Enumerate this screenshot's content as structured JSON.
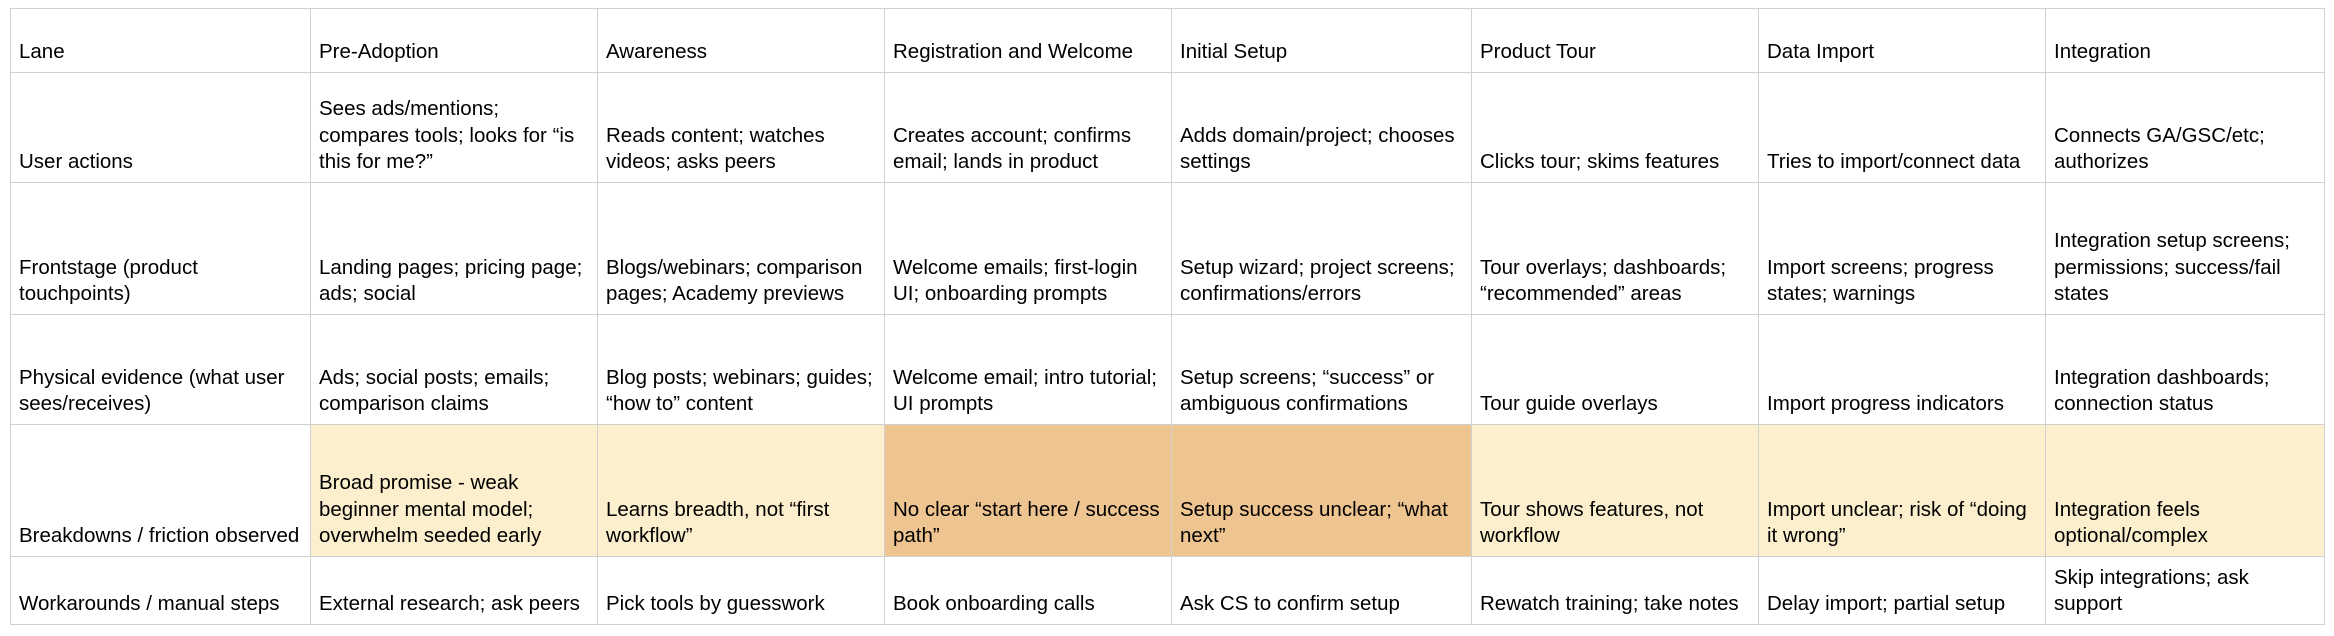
{
  "table": {
    "headers": [
      "Lane",
      "Pre-Adoption",
      "Awareness",
      "Registration and Welcome",
      "Initial Setup",
      "Product Tour",
      "Data Import",
      "Integration"
    ],
    "rows": [
      {
        "label": "User actions",
        "cells": [
          "Sees ads/mentions; compares tools; looks for “is this for me?”",
          "Reads content; watches videos; asks peers",
          "Creates account; confirms email; lands in product",
          "Adds domain/project; chooses settings",
          "Clicks tour; skims features",
          "Tries to import/connect data",
          "Connects GA/GSC/etc; authorizes"
        ],
        "highlights": [
          "none",
          "none",
          "none",
          "none",
          "none",
          "none",
          "none"
        ]
      },
      {
        "label": "Frontstage (product touchpoints)",
        "cells": [
          "Landing pages; pricing page; ads; social",
          "Blogs/webinars; comparison pages; Academy previews",
          "Welcome emails; first-login UI; onboarding prompts",
          "Setup wizard; project screens; confirmations/errors",
          "Tour overlays; dashboards; “recommended” areas",
          "Import screens; progress states; warnings",
          "Integration setup screens; permissions; success/fail states"
        ],
        "highlights": [
          "none",
          "none",
          "none",
          "none",
          "none",
          "none",
          "none"
        ]
      },
      {
        "label": "Physical evidence (what user sees/receives)",
        "cells": [
          "Ads; social posts; emails; comparison claims",
          "Blog posts; webinars; guides; “how to” content",
          "Welcome email; intro tutorial; UI prompts",
          "Setup screens; “success” or ambiguous confirmations",
          "Tour guide overlays",
          "Import progress indicators",
          "Integration dashboards; connection status"
        ],
        "highlights": [
          "none",
          "none",
          "none",
          "none",
          "none",
          "none",
          "none"
        ]
      },
      {
        "label": "Breakdowns / friction observed",
        "cells": [
          "Broad promise - weak beginner mental model; overwhelm seeded early",
          "Learns breadth, not “first workflow”",
          "No clear “start here / success path”",
          "Setup success unclear; “what next”",
          "Tour shows features, not workflow",
          "Import unclear; risk of “doing it wrong”",
          "Integration feels optional/complex"
        ],
        "highlights": [
          "light",
          "light",
          "mid",
          "mid",
          "light",
          "light",
          "light"
        ]
      },
      {
        "label": "Workarounds / manual steps",
        "cells": [
          "External research; ask peers",
          "Pick tools by guesswork",
          "Book onboarding calls",
          "Ask CS to confirm setup",
          "Rewatch training; take notes",
          "Delay import; partial setup",
          "Skip integrations; ask support"
        ],
        "highlights": [
          "none",
          "none",
          "none",
          "none",
          "none",
          "none",
          "none"
        ]
      }
    ]
  },
  "colors": {
    "highlight_light": "#fcefcd",
    "highlight_mid": "#eec490",
    "grid_line": "#d0d0d0",
    "text": "#000000",
    "background": "#ffffff"
  }
}
